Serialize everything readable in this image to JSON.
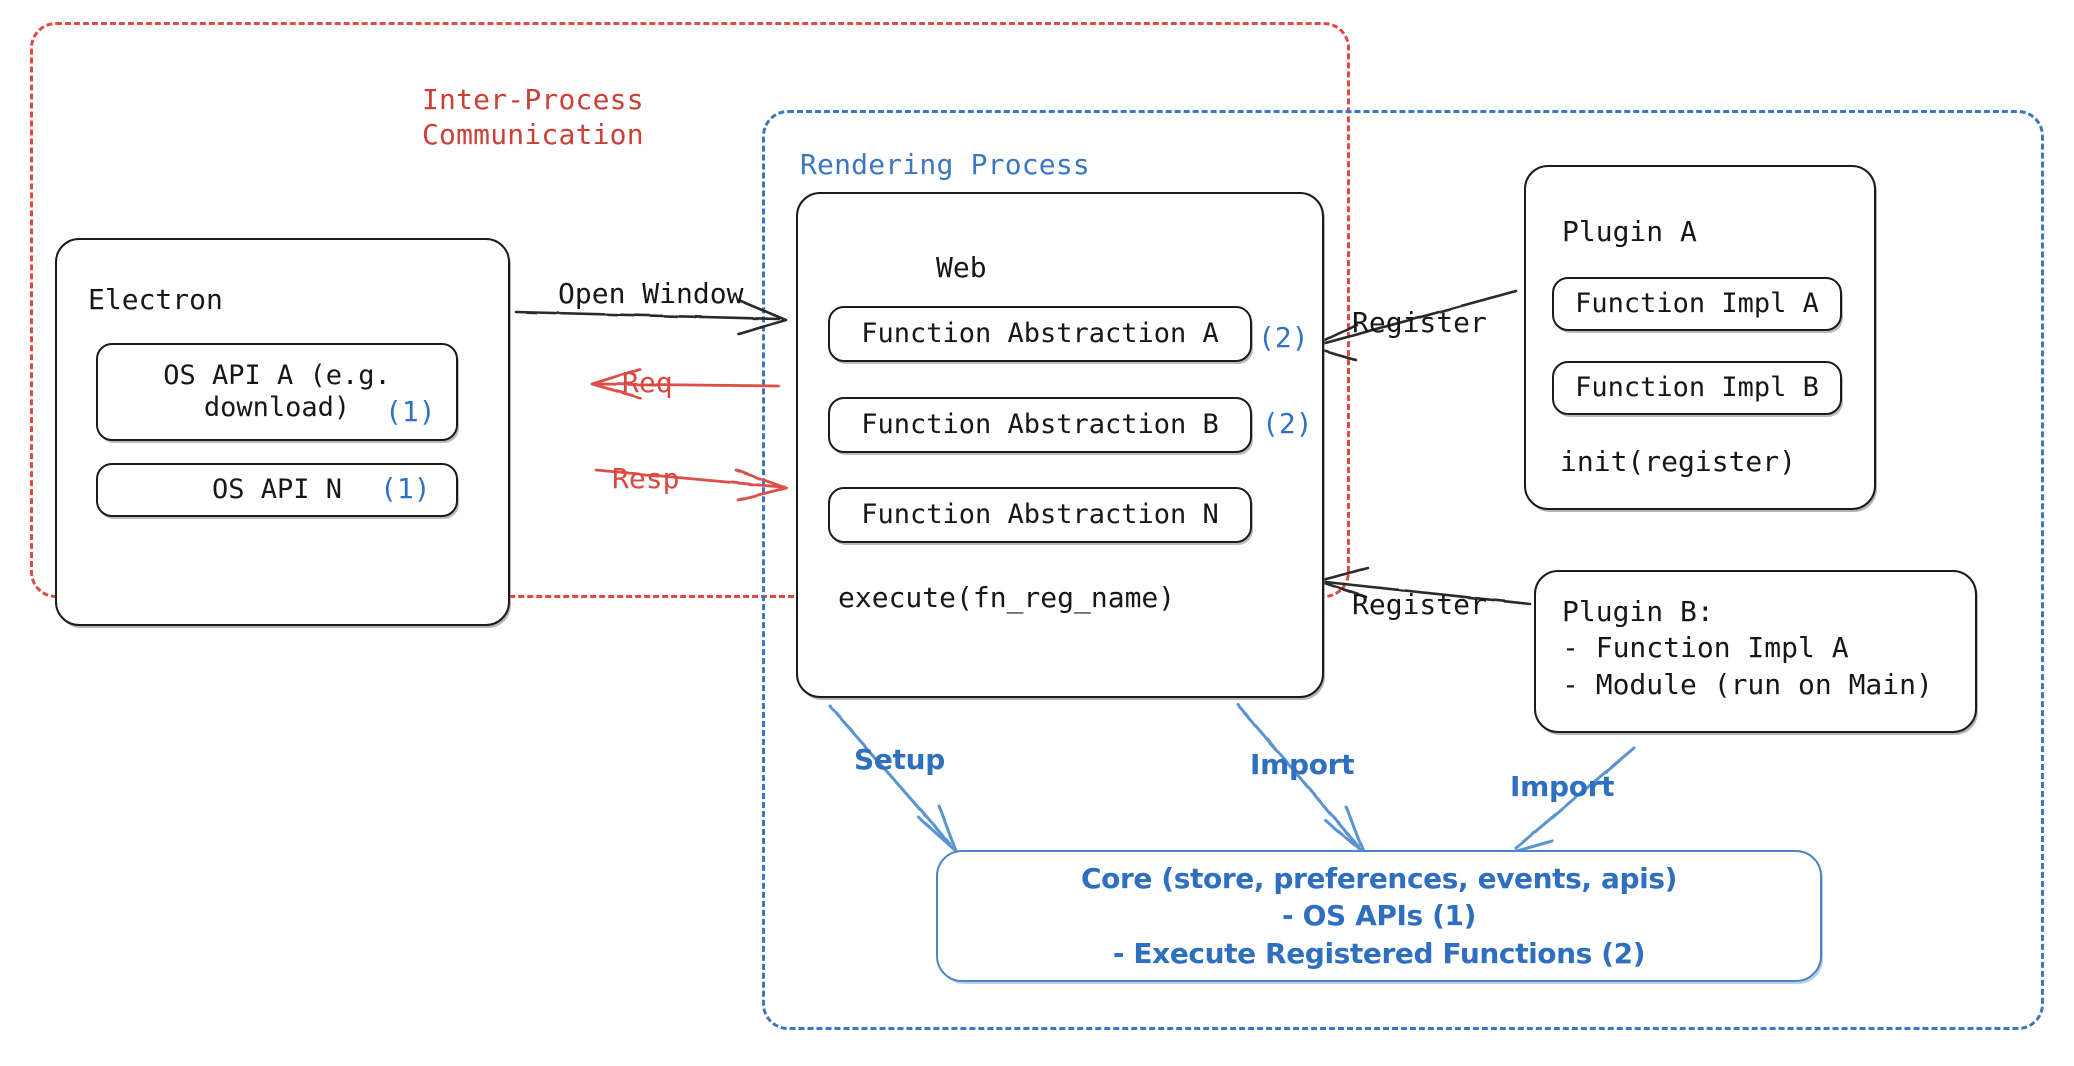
{
  "diagram": {
    "containers": [
      {
        "id": "ipc",
        "label": "Inter-Process\nCommunication",
        "color": "#cc4038"
      },
      {
        "id": "render",
        "label": "Rendering Process",
        "color": "#3d77c2"
      }
    ],
    "electron": {
      "title": "Electron",
      "apis": [
        {
          "label": "OS API A (e.g.\ndownload)",
          "marker": "(1)"
        },
        {
          "label": "OS API N",
          "marker": "(1)"
        }
      ]
    },
    "web": {
      "title": "Web",
      "abstractions": [
        {
          "label": "Function Abstraction A",
          "marker": "(2)"
        },
        {
          "label": "Function Abstraction B",
          "marker": "(2)"
        },
        {
          "label": "Function Abstraction N",
          "marker": ""
        }
      ],
      "execute": "execute(fn_reg_name)"
    },
    "plugin_a": {
      "title": "Plugin A",
      "items": [
        "Function Impl A",
        "Function Impl B"
      ],
      "init": "init(register)"
    },
    "plugin_b": {
      "lines": "Plugin B:\n- Function Impl A\n- Module (run on Main)"
    },
    "core": {
      "lines": [
        "Core (store, preferences, events, apis)",
        "- OS APIs (1)",
        "- Execute Registered Functions (2)"
      ]
    },
    "edges": [
      {
        "id": "open-window",
        "label": "Open Window",
        "color": "#171717"
      },
      {
        "id": "req",
        "label": "Req",
        "color": "#d9483f"
      },
      {
        "id": "resp",
        "label": "Resp",
        "color": "#d9483f"
      },
      {
        "id": "register-a",
        "label": "Register",
        "color": "#171717"
      },
      {
        "id": "register-b",
        "label": "Register",
        "color": "#171717"
      },
      {
        "id": "setup",
        "label": "Setup",
        "color": "#2f6fc0"
      },
      {
        "id": "import-web",
        "label": "Import",
        "color": "#2f6fc0"
      },
      {
        "id": "import-plugin",
        "label": "Import",
        "color": "#2f6fc0"
      }
    ]
  }
}
